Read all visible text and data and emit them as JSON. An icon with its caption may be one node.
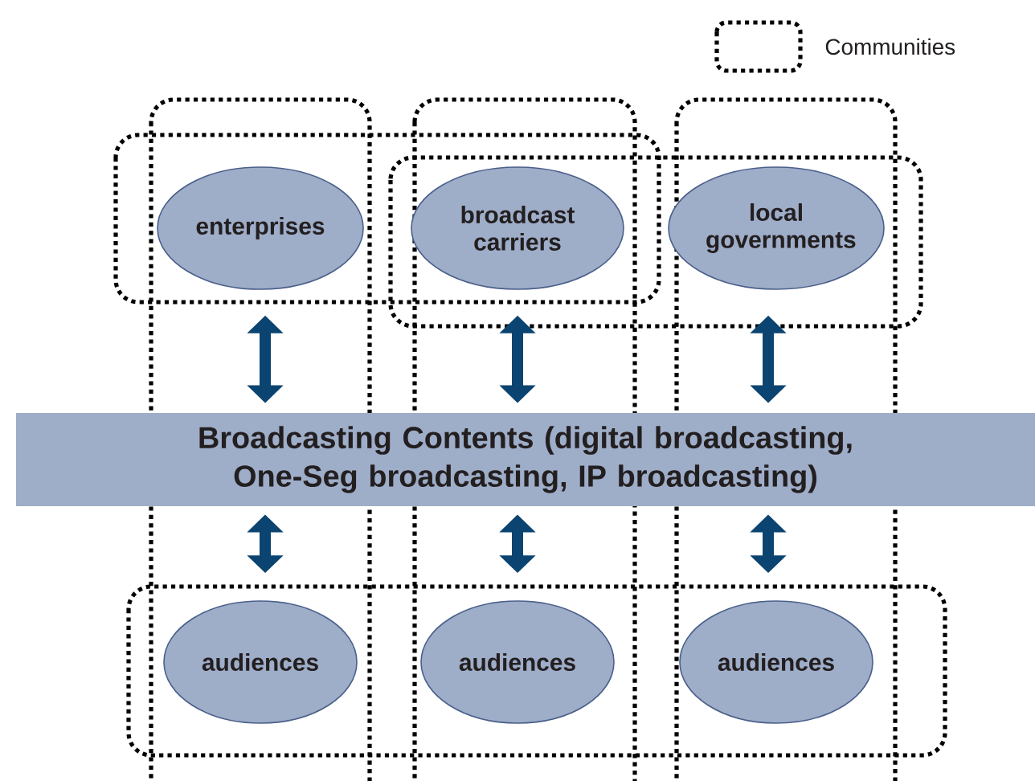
{
  "diagram": {
    "nodes": [
      {
        "text": [
          "enterprises"
        ]
      },
      {
        "text": [
          "broadcast carriers"
        ]
      },
      {
        "text": [
          "local governments"
        ]
      },
      {
        "text": [
          "Broadcasting Contents (digital broadcasting, One-Seg broadcasting, IP broadcasting)"
        ]
      },
      {
        "text": [
          "audiences"
        ]
      },
      {
        "text": [
          "audiences"
        ]
      },
      {
        "text": [
          "audiences"
        ]
      }
    ],
    "edges": [
      {
        "from": 0,
        "to": 3,
        "arrow": "both"
      },
      {
        "from": 1,
        "to": 3,
        "arrow": "both"
      },
      {
        "from": 2,
        "to": 3,
        "arrow": "both"
      },
      {
        "from": 4,
        "to": 3,
        "arrow": "both"
      },
      {
        "from": 5,
        "to": 3,
        "arrow": "both"
      },
      {
        "from": 6,
        "to": 3,
        "arrow": "both"
      }
    ],
    "legend": [
      {
        "text": "Communities"
      }
    ]
  }
}
